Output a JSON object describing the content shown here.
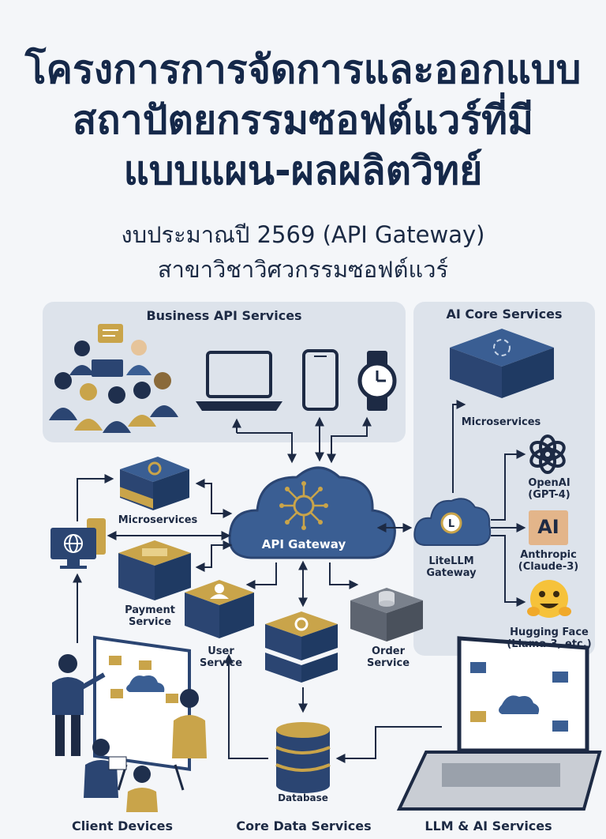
{
  "title": {
    "line1": "โครงการการจัดการและออกแบบ",
    "line2": "สถาปัตยกรรมซอฟต์แวร์ที่มี",
    "line3": "แบบแผน-ผลผลิตวิทย์"
  },
  "subtitle": {
    "line1": "งบประมาณปี 2569 (API Gateway)",
    "line2": "สาขาวิชาวิศวกรรมซอฟต์แวร์"
  },
  "panels": {
    "business": "Business API Services",
    "ai_core": "AI Core Services"
  },
  "nodes": {
    "gateway": "API Gateway",
    "microservices_left": "Microservices",
    "payment": "Payment\nService",
    "user": "User\nService",
    "order": "Order\nService",
    "database": "Database",
    "ai_microservices": "Microservices",
    "litellm": "LiteLLM\nGateway",
    "openai": "OpenAI\n(GPT-4)",
    "anthropic": "Anthropic\n(Claude-3)",
    "anthropic_logo": "AI",
    "huggingface": "Hugging Face\n(Llama-3, etc.)"
  },
  "bottom_labels": {
    "client": "Client Devices",
    "core": "Core Data Services",
    "llm": "LLM & AI Services"
  },
  "colors": {
    "navy": "#2b4572",
    "gold": "#c9a44a",
    "panel": "#dde3eb",
    "cloud": "#3a5e93"
  }
}
